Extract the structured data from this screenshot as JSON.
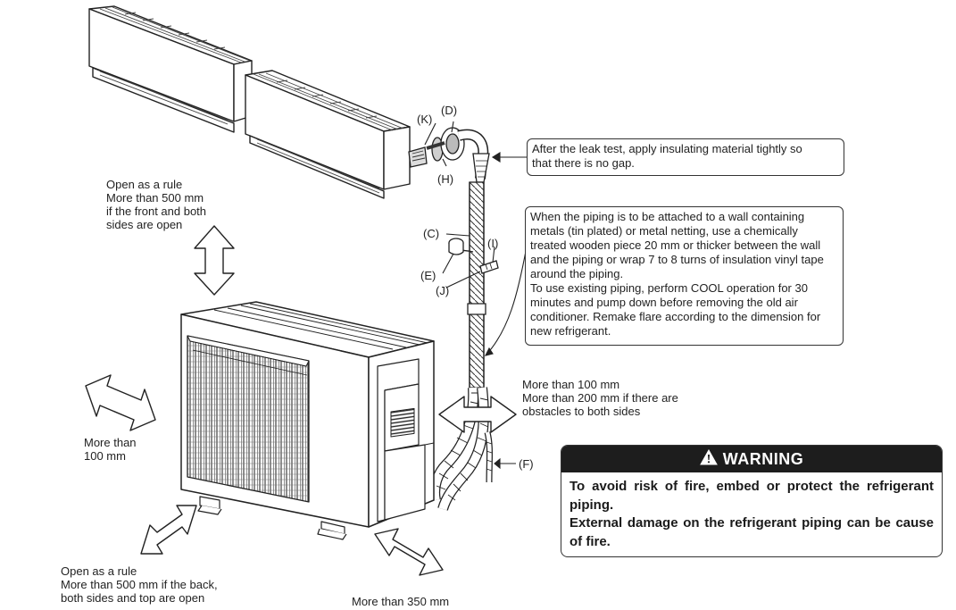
{
  "labels": {
    "K": "(K)",
    "D": "(D)",
    "H": "(H)",
    "C": "(C)",
    "I": "(I)",
    "E": "(E)",
    "J": "(J)",
    "F": "(F)"
  },
  "clearances": {
    "top": "Open as a rule\nMore than 500 mm\nif the front and both\nsides are open",
    "left": "More than\n100 mm",
    "back": "Open as a rule\nMore than 500 mm if the back,\nboth sides and top are open",
    "front": "More than 350 mm",
    "right": "More than 100 mm\nMore than 200 mm if there are\nobstacles to both sides"
  },
  "notes": {
    "leak_test": "After the leak test, apply insulating material tightly so\nthat there is no gap.",
    "piping": "When the piping is to be attached to a wall containing\nmetals (tin plated) or metal netting, use a chemically\ntreated wooden piece 20 mm or thicker between the wall\nand the piping or wrap 7 to 8 turns of insulation vinyl tape\naround the piping.\nTo use existing piping, perform COOL operation for 30\nminutes and pump down before removing the old air\nconditioner. Remake flare according to the dimension for\nnew refrigerant."
  },
  "warning": {
    "title": "WARNING",
    "line1": "To avoid risk of fire, embed or protect the refrigerant piping.",
    "line2": "External damage on the refrigerant piping can be cause of fire."
  },
  "colors": {
    "line": "#222222",
    "warning_header": "#1d1d1d",
    "background": "#ffffff"
  }
}
